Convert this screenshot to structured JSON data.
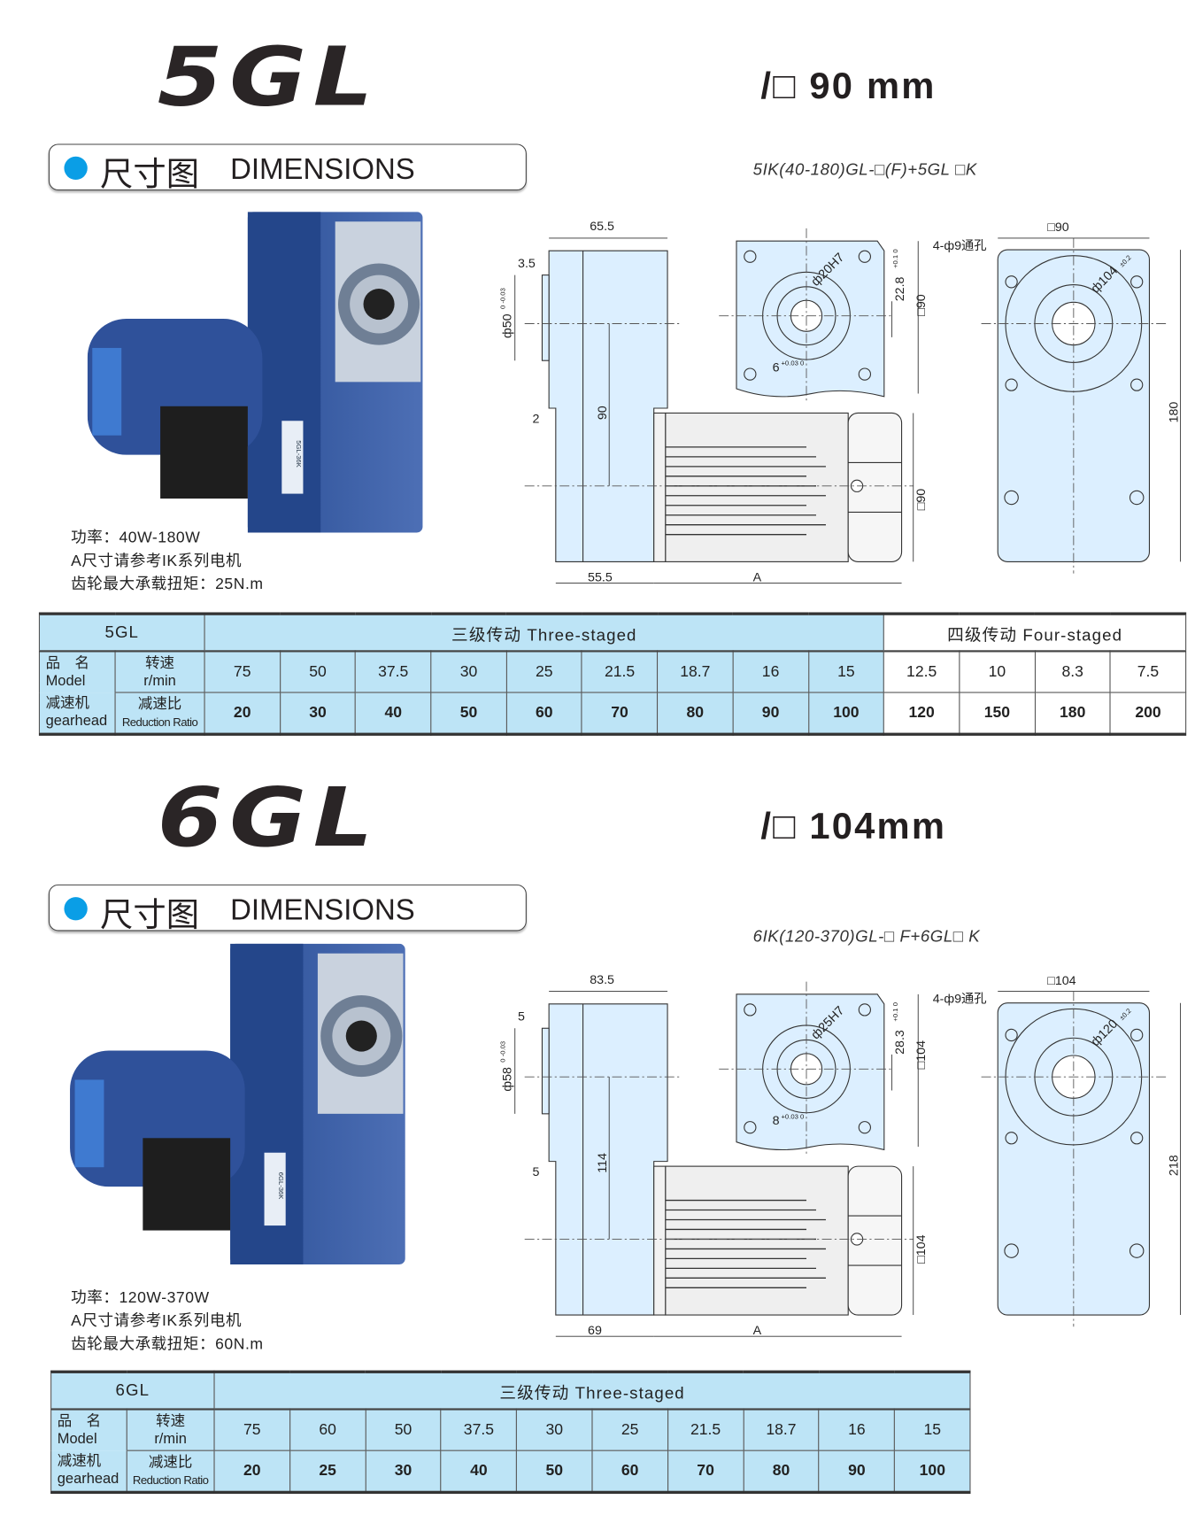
{
  "sections": [
    {
      "model": "5GL",
      "frame_size": "/□ 90 mm",
      "header_cn": "尺寸图",
      "header_en": "DIMENSIONS",
      "formula": "5IK(40-180)GL-□(F)+5GL □K",
      "notes": [
        "功率：40W-180W",
        "A尺寸请参考IK系列电机",
        "齿轮最大承载扭矩：25N.m"
      ],
      "photo_label": "5GL-36K",
      "drawing": {
        "top_width": "65.5",
        "step_top": "3.5",
        "shaft_dia": "ф50",
        "shaft_tol": "0 -0.03",
        "step_bottom": "2",
        "center_height": "90",
        "bottom_width": "55.5",
        "motor_length": "A",
        "bore": "ф20H7",
        "key_height": "22.8",
        "key_height_tol": "+0.1 0",
        "flange_square": "□90",
        "key_width": "6",
        "key_width_tol": "+0.03 0",
        "motor_square": "□90",
        "rear_square": "□90",
        "holes": "4-ф9通孔",
        "pcd": "ф104",
        "pcd_tol": "±0.2",
        "total_height": "180"
      },
      "table": {
        "model_cell": "5GL",
        "groups": [
          {
            "label": "三级传动 Three-staged",
            "span": 9,
            "style": "blue"
          },
          {
            "label": "四级传动 Four-staged",
            "span": 4,
            "style": "white"
          }
        ],
        "row_label_1": [
          "品　名",
          "Model"
        ],
        "row_label_2": [
          "减速机",
          "gearhead"
        ],
        "speed_label": [
          "转速",
          "r/min"
        ],
        "ratio_label": [
          "减速比",
          "Reduction Ratio"
        ],
        "speeds": [
          "75",
          "50",
          "37.5",
          "30",
          "25",
          "21.5",
          "18.7",
          "16",
          "15",
          "12.5",
          "10",
          "8.3",
          "7.5"
        ],
        "ratios": [
          "20",
          "30",
          "40",
          "50",
          "60",
          "70",
          "80",
          "90",
          "100",
          "120",
          "150",
          "180",
          "200"
        ]
      }
    },
    {
      "model": "6GL",
      "frame_size": "/□ 104mm",
      "header_cn": "尺寸图",
      "header_en": "DIMENSIONS",
      "formula": "6IK(120-370)GL-□ F+6GL□ K",
      "notes": [
        "功率：120W-370W",
        "A尺寸请参考IK系列电机",
        "齿轮最大承载扭矩：60N.m"
      ],
      "photo_label": "6GL-36K",
      "drawing": {
        "top_width": "83.5",
        "step_top": "5",
        "shaft_dia": "ф58",
        "shaft_tol": "0 -0.03",
        "step_bottom": "5",
        "center_height": "114",
        "bottom_width": "69",
        "motor_length": "A",
        "bore": "ф25H7",
        "key_height": "28.3",
        "key_height_tol": "+0.1 0",
        "flange_square": "□104",
        "key_width": "8",
        "key_width_tol": "+0.03 0",
        "motor_square": "□104",
        "rear_square": "□104",
        "holes": "4-ф9通孔",
        "pcd": "ф120",
        "pcd_tol": "±0.2",
        "total_height": "218"
      },
      "table": {
        "model_cell": "6GL",
        "groups": [
          {
            "label": "三级传动 Three-staged",
            "span": 10,
            "style": "blue"
          }
        ],
        "row_label_1": [
          "品　名",
          "Model"
        ],
        "row_label_2": [
          "减速机",
          "gearhead"
        ],
        "speed_label": [
          "转速",
          "r/min"
        ],
        "ratio_label": [
          "减速比",
          "Reduction Ratio"
        ],
        "speeds": [
          "75",
          "60",
          "50",
          "37.5",
          "30",
          "25",
          "21.5",
          "18.7",
          "16",
          "15"
        ],
        "ratios": [
          "20",
          "25",
          "30",
          "40",
          "50",
          "60",
          "70",
          "80",
          "90",
          "100"
        ]
      }
    }
  ],
  "colors": {
    "table_blue": "#bde4f6",
    "drawing_fill": "#dcefff",
    "motor_blue": "#3a5fa8",
    "accent_dot": "#0a9ee6"
  }
}
